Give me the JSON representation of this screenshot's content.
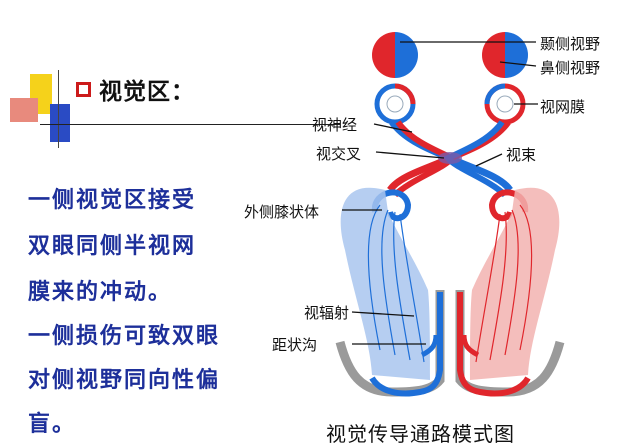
{
  "slide": {
    "heading": "视觉区：",
    "body_lines": [
      "一侧视觉区接受",
      "双眼同侧半视网",
      "膜来的冲动。",
      "一侧损伤可致双眼",
      "对侧视野同向性偏",
      "盲。"
    ]
  },
  "diagram": {
    "labels": {
      "temporal_field": "颞侧视野",
      "nasal_field": "鼻侧视野",
      "retina": "视网膜",
      "optic_nerve": "视神经",
      "optic_chiasm": "视交叉",
      "optic_tract": "视束",
      "lateral_geniculate": "外侧膝状体",
      "optic_radiation": "视辐射",
      "calcarine_sulcus": "距状沟"
    },
    "caption": "视觉传导通路模式图"
  },
  "colors": {
    "blue": "#1e6fd8",
    "red": "#e0262c",
    "body_text": "#1d2f9a",
    "deco_yellow": "#f5d21b",
    "deco_red": "#e43b2c",
    "deco_blue": "#2a4bc4"
  }
}
